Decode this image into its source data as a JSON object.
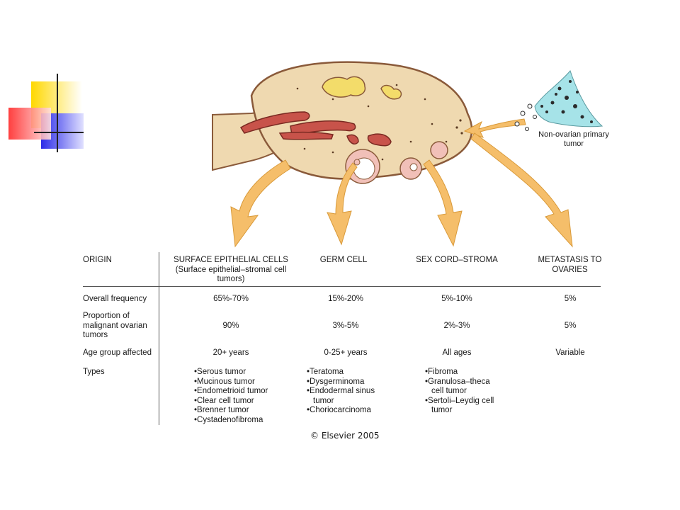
{
  "colors": {
    "ovary_fill": "#efd9b0",
    "ovary_stroke": "#8a5a3a",
    "follicle": "#f1c0b8",
    "arrow": "#f5be6a",
    "tumor_dots": "#2b2b2b",
    "tumor_fill": "#a6e3e8",
    "deco_yellow": "#ffd800",
    "deco_red": "#ff2a2a",
    "deco_blue": "#2a2ae8"
  },
  "tumor_label": "Non-ovarian primary tumor",
  "table": {
    "row_header": "ORIGIN",
    "columns": [
      {
        "title": "SURFACE EPITHELIAL CELLS",
        "subtitle": "(Surface epithelial–stromal cell tumors)"
      },
      {
        "title": "GERM CELL",
        "subtitle": ""
      },
      {
        "title": "SEX CORD–STROMA",
        "subtitle": ""
      },
      {
        "title": "METASTASIS TO OVARIES",
        "subtitle": ""
      }
    ],
    "rows": [
      {
        "label": "Overall frequency",
        "values": [
          "65%-70%",
          "15%-20%",
          "5%-10%",
          "5%"
        ]
      },
      {
        "label": "Proportion of malignant ovarian tumors",
        "values": [
          "90%",
          "3%-5%",
          "2%-3%",
          "5%"
        ]
      },
      {
        "label": "Age group affected",
        "values": [
          "20+ years",
          "0-25+ years",
          "All ages",
          "Variable"
        ]
      }
    ],
    "types_label": "Types",
    "types": [
      [
        "Serous tumor",
        "Mucinous tumor",
        "Endometrioid tumor",
        "Clear cell tumor",
        "Brenner tumor",
        "Cystadenofibroma"
      ],
      [
        "Teratoma",
        "Dysgerminoma",
        "Endodermal sinus tumor",
        "Choriocarcinoma"
      ],
      [
        "Fibroma",
        "Granulosa–theca cell tumor",
        "Sertoli–Leydig cell tumor"
      ]
    ]
  },
  "copyright": "© Elsevier 2005"
}
